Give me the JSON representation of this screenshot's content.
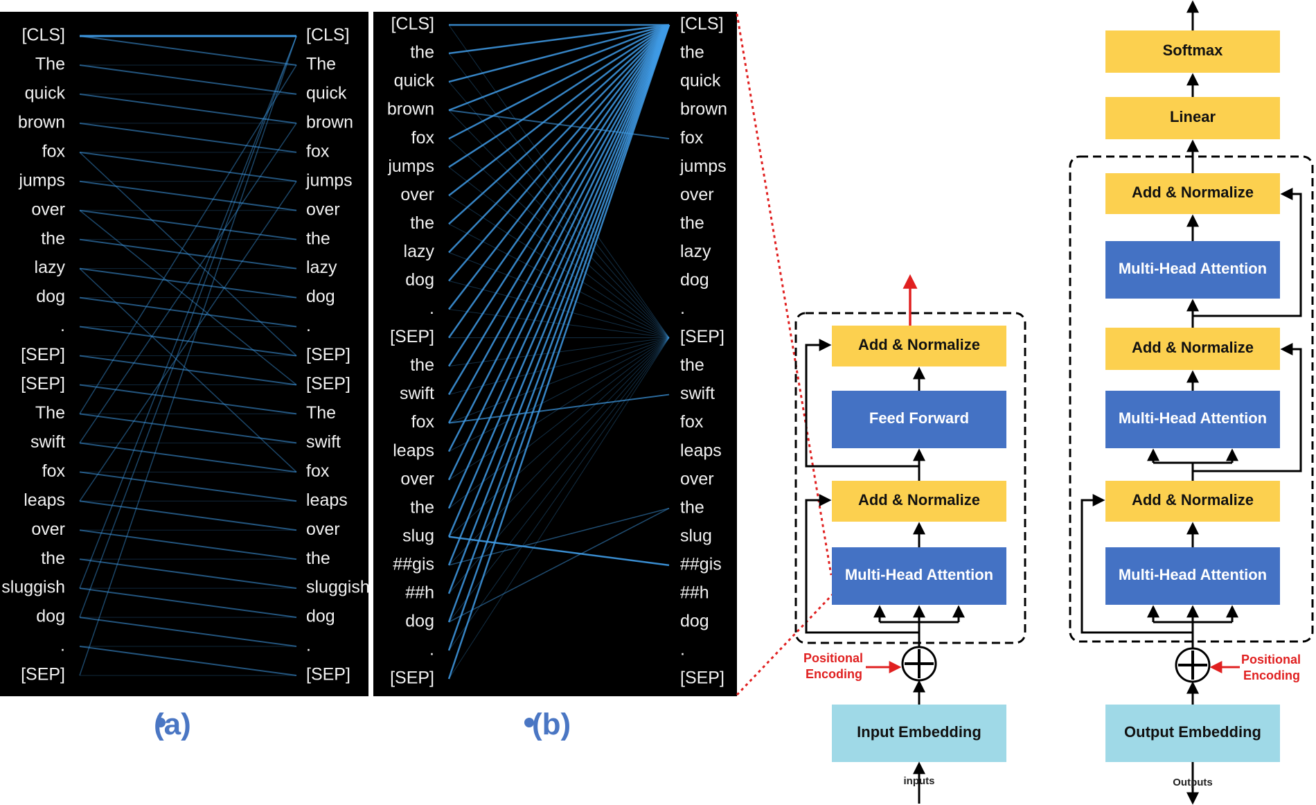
{
  "panel_a": {
    "caption": "(a)",
    "tokens": [
      "[CLS]",
      "The",
      "quick",
      "brown",
      "fox",
      "jumps",
      "over",
      "the",
      "lazy",
      "dog",
      ".",
      "[SEP]",
      "[SEP]",
      "The",
      "swift",
      "fox",
      "leaps",
      "over",
      "the",
      "sluggish",
      "dog",
      ".",
      "[SEP]"
    ]
  },
  "panel_b": {
    "caption": "(b)",
    "tokens": [
      "[CLS]",
      "the",
      "quick",
      "brown",
      "fox",
      "jumps",
      "over",
      "the",
      "lazy",
      "dog",
      ".",
      "[SEP]",
      "the",
      "swift",
      "fox",
      "leaps",
      "over",
      "the",
      "slug",
      "##gis",
      "##h",
      "dog",
      ".",
      "[SEP]"
    ]
  },
  "encoder": {
    "add_norm_top": "Add & Normalize",
    "feed_forward": "Feed Forward",
    "add_norm_bottom": "Add & Normalize",
    "attention": "Multi-Head Attention",
    "positional": [
      "Positional",
      "Encoding"
    ],
    "embedding": "Input Embedding",
    "input_label": "inputs"
  },
  "decoder": {
    "softmax": "Softmax",
    "linear": "Linear",
    "add_norm_top": "Add & Normalize",
    "attention_top": "Multi-Head Attention",
    "add_norm_mid": "Add & Normalize",
    "attention_mid": "Multi-Head Attention",
    "add_norm_bottom": "Add & Normalize",
    "attention_bottom": "Multi-Head Attention",
    "positional": [
      "Positional",
      "Encoding"
    ],
    "embedding": "Output Embedding",
    "output_label": "Outputs"
  },
  "colors": {
    "yellow": "#fcd04f",
    "blue": "#4472c4",
    "cyan": "#9fd9e7",
    "red": "#e02020",
    "attention_line": "#3f9be6"
  }
}
